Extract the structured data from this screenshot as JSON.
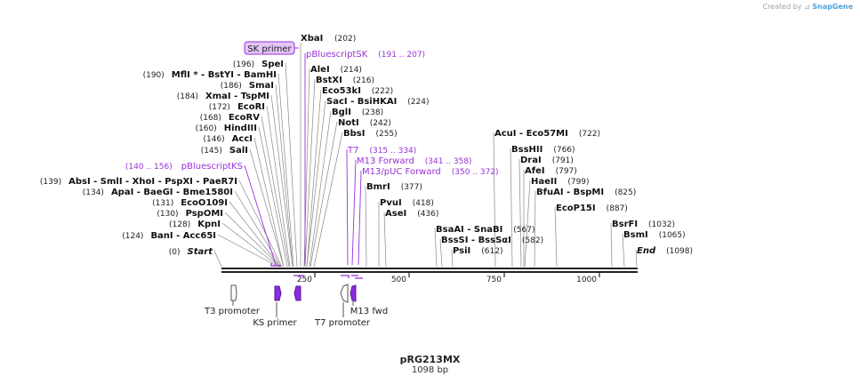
{
  "header": {
    "credit_prefix": "Created by",
    "credit_brand": "SnapGene"
  },
  "plasmid": {
    "name": "pRG213MX",
    "length_label": "1098 bp"
  },
  "colors": {
    "primer": "#9b30d9",
    "feature_purple": "#7b2fd0",
    "line_gray": "#888888",
    "backbone": "#222222"
  },
  "sites": [
    {
      "name": "XbaI",
      "pos": "(202)"
    },
    {
      "name": "SpeI",
      "pos": "(196)"
    },
    {
      "name": "MflI * - BstYI - BamHI",
      "pos": "(190)"
    },
    {
      "name": "SmaI",
      "pos": "(186)"
    },
    {
      "name": "XmaI - TspMI",
      "pos": "(184)"
    },
    {
      "name": "EcoRI",
      "pos": "(172)"
    },
    {
      "name": "EcoRV",
      "pos": "(168)"
    },
    {
      "name": "HindIII",
      "pos": "(160)"
    },
    {
      "name": "AccI",
      "pos": "(146)"
    },
    {
      "name": "SalI",
      "pos": "(145)"
    },
    {
      "name": "AbsI - SmlI - XhoI - PspXI - PaeR7I",
      "pos": "(139)"
    },
    {
      "name": "ApaI - BaeGI - Bme1580I",
      "pos": "(134)"
    },
    {
      "name": "EcoO109I",
      "pos": "(131)"
    },
    {
      "name": "PspOMI",
      "pos": "(130)"
    },
    {
      "name": "KpnI",
      "pos": "(128)"
    },
    {
      "name": "BanI - Acc65I",
      "pos": "(124)"
    },
    {
      "name": "Start",
      "pos": "(0)"
    },
    {
      "name": "AleI",
      "pos": "(214)"
    },
    {
      "name": "BstXI",
      "pos": "(216)"
    },
    {
      "name": "Eco53kI",
      "pos": "(222)"
    },
    {
      "name": "SacI - BsiHKAI",
      "pos": "(224)"
    },
    {
      "name": "BglI",
      "pos": "(238)"
    },
    {
      "name": "NotI",
      "pos": "(242)"
    },
    {
      "name": "BbsI",
      "pos": "(255)"
    },
    {
      "name": "BmrI",
      "pos": "(377)"
    },
    {
      "name": "PvuI",
      "pos": "(418)"
    },
    {
      "name": "AseI",
      "pos": "(436)"
    },
    {
      "name": "BsaAI - SnaBI",
      "pos": "(567)"
    },
    {
      "name": "BssSI - BssSαI",
      "pos": "(582)"
    },
    {
      "name": "PsiI",
      "pos": "(612)"
    },
    {
      "name": "AcuI - Eco57MI",
      "pos": "(722)"
    },
    {
      "name": "BssHII",
      "pos": "(766)"
    },
    {
      "name": "DraI",
      "pos": "(791)"
    },
    {
      "name": "AfeI",
      "pos": "(797)"
    },
    {
      "name": "HaeII",
      "pos": "(799)"
    },
    {
      "name": "BfuAI - BspMI",
      "pos": "(825)"
    },
    {
      "name": "EcoP15I",
      "pos": "(887)"
    },
    {
      "name": "BsrFI",
      "pos": "(1032)"
    },
    {
      "name": "BsmI",
      "pos": "(1065)"
    },
    {
      "name": "End",
      "pos": "(1098)"
    }
  ],
  "primers": [
    {
      "name": "pBluescriptSK",
      "range": "(191 .. 207)"
    },
    {
      "name": "pBluescriptKS",
      "range": "(140 .. 156)"
    },
    {
      "name": "T7",
      "range": "(315 .. 334)"
    },
    {
      "name": "M13 Forward",
      "range": "(341 .. 358)"
    },
    {
      "name": "M13/pUC Forward",
      "range": "(350 .. 372)"
    }
  ],
  "primer_tag": "SK primer",
  "axis_ticks": [
    "250",
    "500",
    "750",
    "1000"
  ],
  "features": [
    "T3 promoter",
    "KS primer",
    "T7 promoter",
    "M13 fwd"
  ]
}
